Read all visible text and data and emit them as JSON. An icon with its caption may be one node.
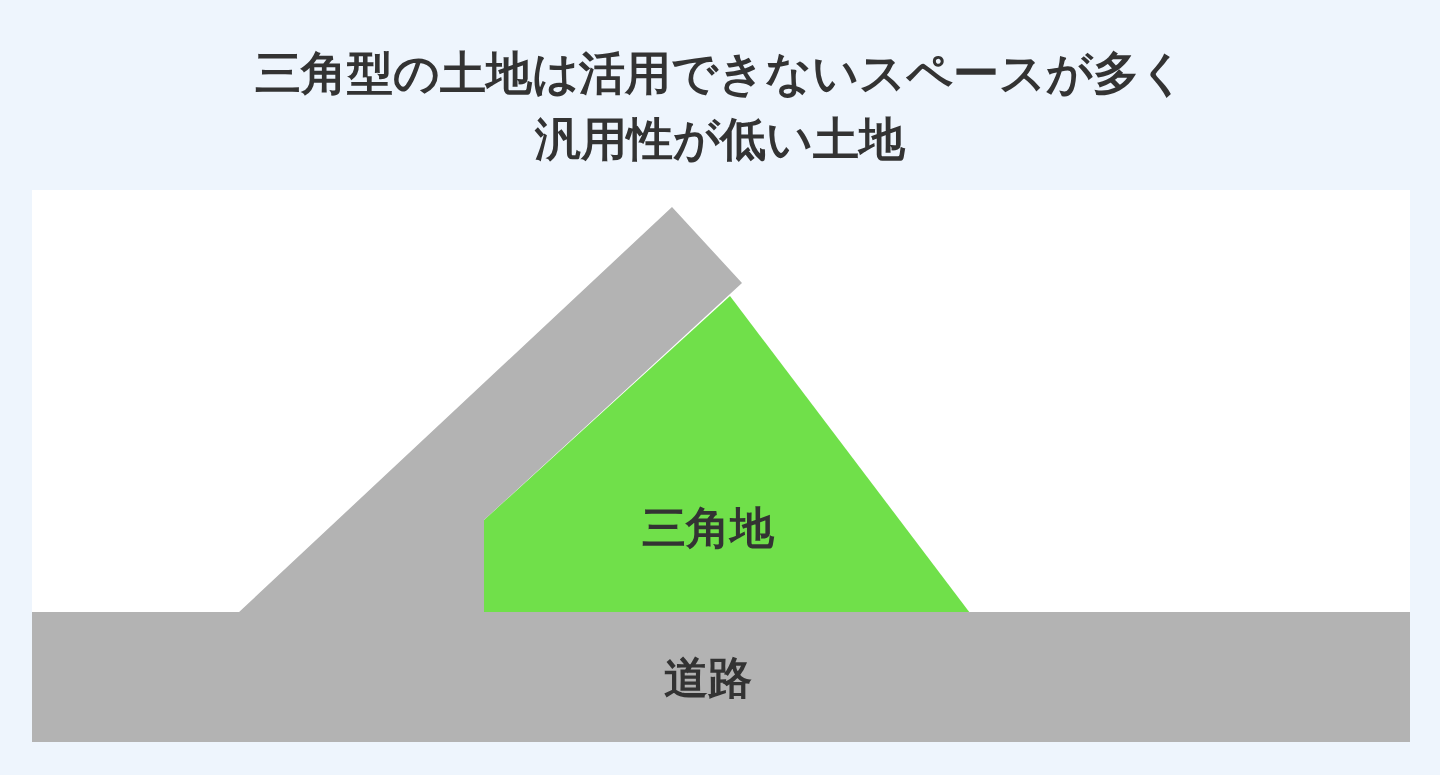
{
  "diagram": {
    "title": "三角型の土地は活用できないスペースが多く汎用性が低い土地",
    "nodes": [
      {
        "text": [
          "三角地"
        ]
      },
      {
        "text": [
          "道路"
        ]
      },
      {
        "text": [],
        "shape": "bar"
      }
    ]
  }
}
